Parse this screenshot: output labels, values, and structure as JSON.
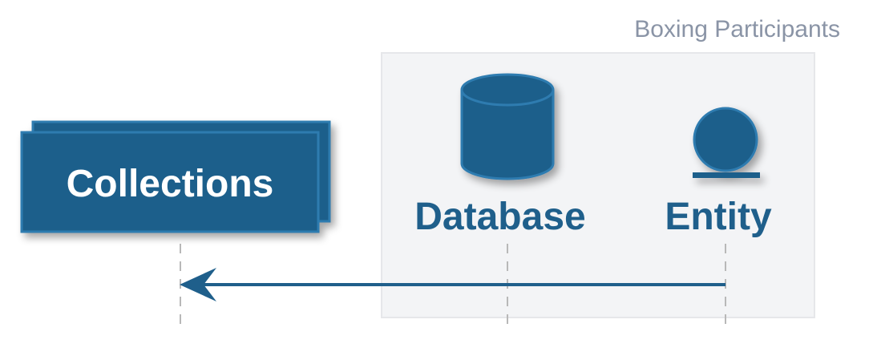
{
  "box": {
    "title": "Boxing Participants"
  },
  "participants": {
    "collections": {
      "label": "Collections",
      "kind": "collections"
    },
    "database": {
      "label": "Database",
      "kind": "database"
    },
    "entity": {
      "label": "Entity",
      "kind": "entity"
    }
  },
  "messages": [
    {
      "from": "Entity",
      "to": "Collections",
      "label": ""
    }
  ],
  "colors": {
    "primary": "#1f5f8b",
    "primary_border": "#2f7bb0",
    "box_fill": "#f3f4f6",
    "box_border": "#e6e7ea",
    "box_title": "#8a94a6",
    "lifeline": "#b8b8b8"
  }
}
